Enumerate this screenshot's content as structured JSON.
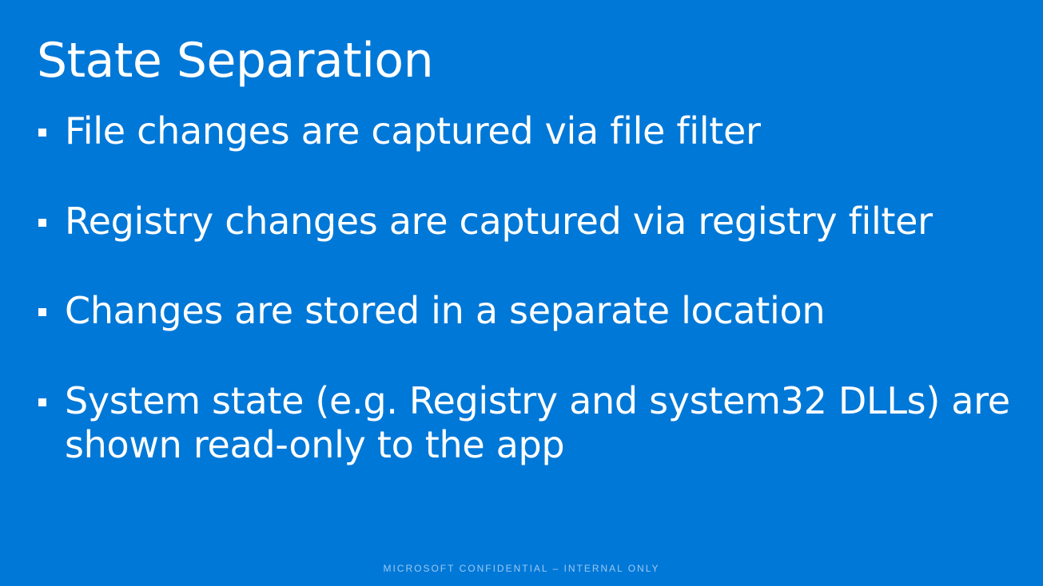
{
  "slide": {
    "title": "State Separation",
    "bullets": [
      {
        "line1": "File changes are captured via file filter"
      },
      {
        "line1": "Registry changes are captured via registry filter"
      },
      {
        "line1": "Changes are stored in a separate location"
      },
      {
        "line1": "System state (e.g. Registry and system32 DLLs) are",
        "line2": "shown read-only to the app"
      }
    ],
    "footer": "MICROSOFT CONFIDENTIAL – INTERNAL ONLY"
  },
  "colors": {
    "background": "#0078d7",
    "text": "#ffffff",
    "footer_text": "#9cc9f0"
  }
}
